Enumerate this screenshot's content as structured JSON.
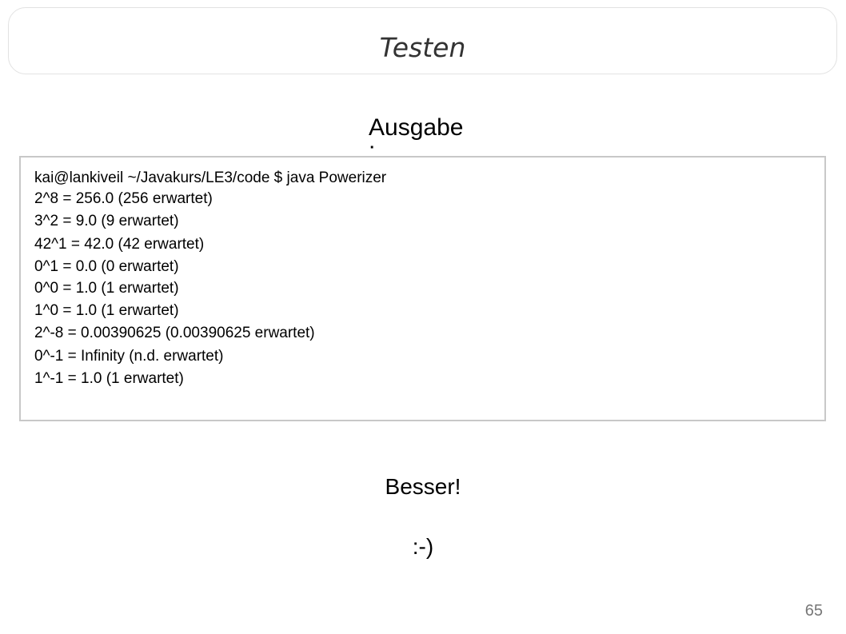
{
  "slide": {
    "title": "Testen",
    "output_label": "Ausgabe",
    "output_colon": ":",
    "page_number": "65"
  },
  "console": {
    "command": "kai@lankiveil ~/Javakurs/LE3/code $ java Powerizer",
    "lines": [
      "2^8 = 256.0 (256 erwartet)",
      "3^2 = 9.0 (9 erwartet)",
      "42^1 = 42.0 (42 erwartet)",
      "0^1 = 0.0 (0 erwartet)",
      "0^0 = 1.0 (1 erwartet)",
      "1^0 = 1.0 (1 erwartet)",
      "2^-8 = 0.00390625 (0.00390625 erwartet)",
      "0^-1 = Infinity (n.d. erwartet)",
      "1^-1 = 1.0 (1 erwartet)"
    ]
  },
  "footer": {
    "verdict": "Besser!",
    "smiley": ":-)"
  }
}
